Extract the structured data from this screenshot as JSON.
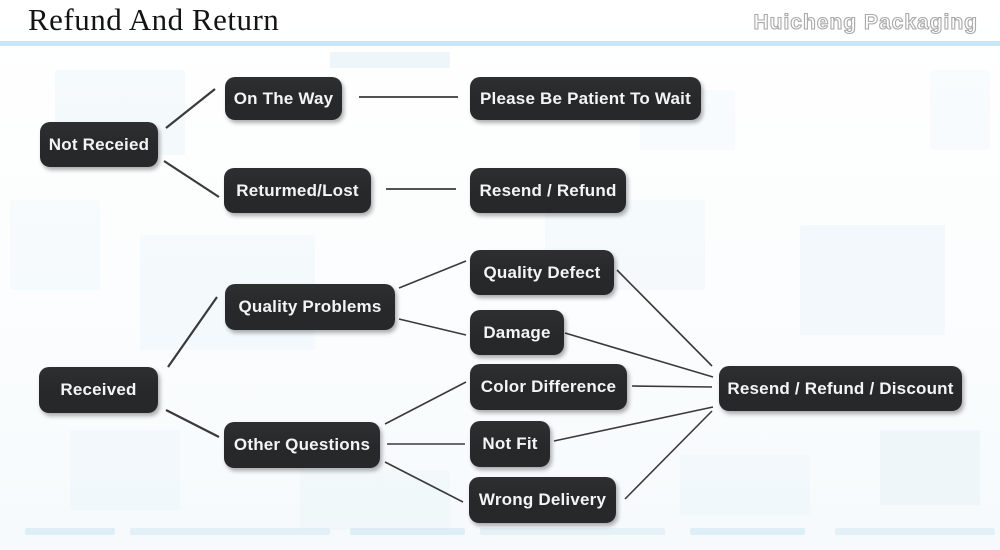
{
  "header": {
    "title": "Refund And Return",
    "brand": "Huicheng Packaging"
  },
  "flowchart": {
    "nodes": {
      "not_received": {
        "label": "Not Receied"
      },
      "on_the_way": {
        "label": "On The Way"
      },
      "please_wait": {
        "label": "Please Be Patient To Wait"
      },
      "returned_lost": {
        "label": "Returmed/Lost"
      },
      "resend_refund": {
        "label": "Resend / Refund"
      },
      "received": {
        "label": "Received"
      },
      "quality_problems": {
        "label": "Quality Problems"
      },
      "quality_defect": {
        "label": "Quality Defect"
      },
      "damage": {
        "label": "Damage"
      },
      "other_questions": {
        "label": "Other Questions"
      },
      "color_difference": {
        "label": "Color Difference"
      },
      "not_fit": {
        "label": "Not Fit"
      },
      "wrong_delivery": {
        "label": "Wrong Delivery"
      },
      "resend_refund_discount": {
        "label": "Resend / Refund / Discount"
      }
    },
    "colors": {
      "node_background": "#26282a",
      "node_text": "#f4f4f4",
      "connector": "#3a3a3a",
      "header_rule": "#c8e6f7"
    }
  }
}
